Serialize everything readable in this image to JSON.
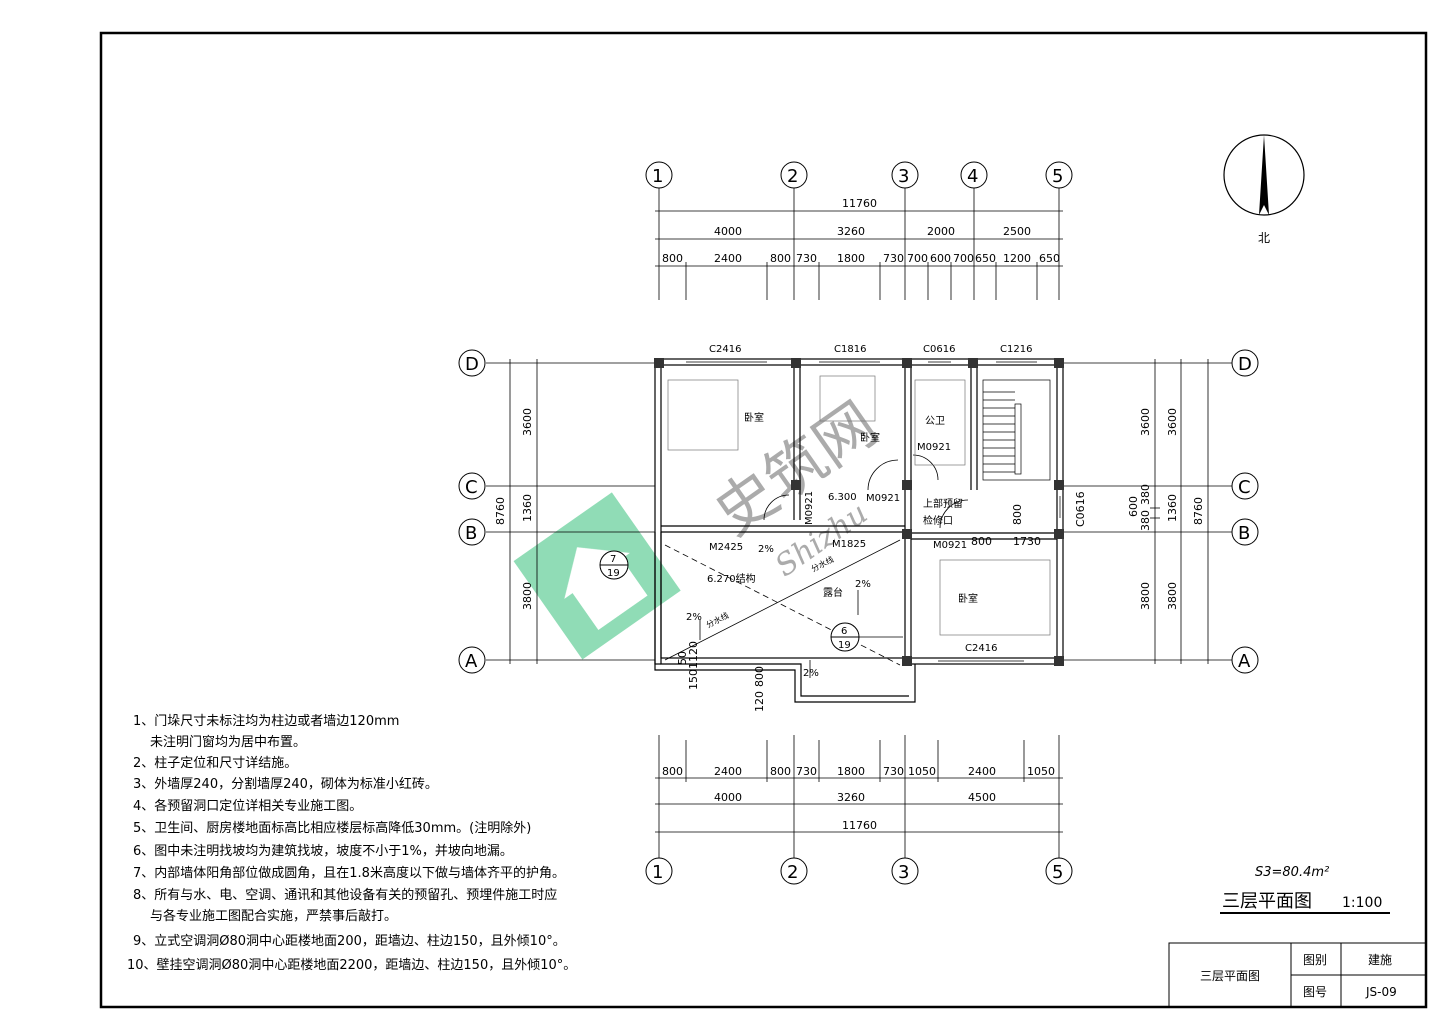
{
  "drawing": {
    "title": "三层平面图",
    "scale": "1:100",
    "area": "S3=80.4m²"
  },
  "north": {
    "label": "北"
  },
  "axes": {
    "vertical": [
      "1",
      "2",
      "3",
      "4",
      "5"
    ],
    "horizontal": [
      "D",
      "C",
      "B",
      "A"
    ]
  },
  "dims": {
    "top": {
      "total": "11760",
      "row2": [
        "4000",
        "3260",
        "2000",
        "2500"
      ],
      "row3": [
        "800",
        "2400",
        "800",
        "730",
        "1800",
        "730",
        "700",
        "600",
        "700",
        "650",
        "1200",
        "650"
      ]
    },
    "bottom": {
      "row1": [
        "800",
        "2400",
        "800",
        "730",
        "1800",
        "730",
        "1050",
        "2400",
        "1050"
      ],
      "row2": [
        "4000",
        "3260",
        "4500"
      ],
      "total": "11760"
    },
    "left": {
      "outer": "8760",
      "inner": [
        "3600",
        "1360",
        "3800"
      ]
    },
    "right": {
      "inner_a": [
        "3600",
        "600",
        "380",
        "380",
        "3800"
      ],
      "inner_b": [
        "3600",
        "1360",
        "3800"
      ],
      "outer": "8760",
      "window": "C0616"
    },
    "misc": [
      "800",
      "800",
      "1730",
      "1501120",
      "50",
      "120",
      "800"
    ]
  },
  "plan": {
    "windows": [
      "C2416",
      "C1816",
      "C0616",
      "C1216",
      "C2416"
    ],
    "doors": [
      "M0921",
      "M0921",
      "M0921",
      "M0921",
      "M2425",
      "M1825"
    ],
    "rooms": [
      "卧室",
      "卧室",
      "公卫",
      "卧室",
      "露台"
    ],
    "levels": [
      "6.300",
      "6.270结构"
    ],
    "slopes": [
      "2%",
      "2%",
      "2%",
      "2%"
    ],
    "labels": [
      "上部预留",
      "检修口",
      "分水线",
      "分水线"
    ],
    "details": [
      {
        "num": "7",
        "sheet": "19"
      },
      {
        "num": "6",
        "sheet": "19"
      }
    ]
  },
  "notes": [
    "1、门垛尺寸未标注均为柱边或者墙边120mm",
    "未注明门窗均为居中布置。",
    "2、柱子定位和尺寸详结施。",
    "3、外墙厚240，分割墙厚240，砌体为标准小红砖。",
    "4、各预留洞口定位详相关专业施工图。",
    "5、卫生间、厨房楼地面标高比相应楼层标高降低30mm。(注明除外)",
    "6、图中未注明找坡均为建筑找坡，坡度不小于1%，并坡向地漏。",
    "7、内部墙体阳角部位做成圆角，且在1.8米高度以下做与墙体齐平的护角。",
    "8、所有与水、电、空调、通讯和其他设备有关的预留孔、预埋件施工时应",
    "与各专业施工图配合实施，严禁事后敲打。",
    "9、立式空调洞Ø80洞中心距楼地面200，距墙边、柱边150，且外倾10°。",
    "10、壁挂空调洞Ø80洞中心距楼地面2200，距墙边、柱边150，且外倾10°。"
  ],
  "title_block": {
    "name": "三层平面图",
    "label_category": "图别",
    "category": "建施",
    "label_number": "图号",
    "number": "JS-09"
  },
  "watermark": {
    "cn": "史筑网",
    "en": "Shizhu"
  },
  "colors": {
    "line": "#000000",
    "watermark_green": "#36c07a",
    "watermark_gray": "#888888"
  }
}
